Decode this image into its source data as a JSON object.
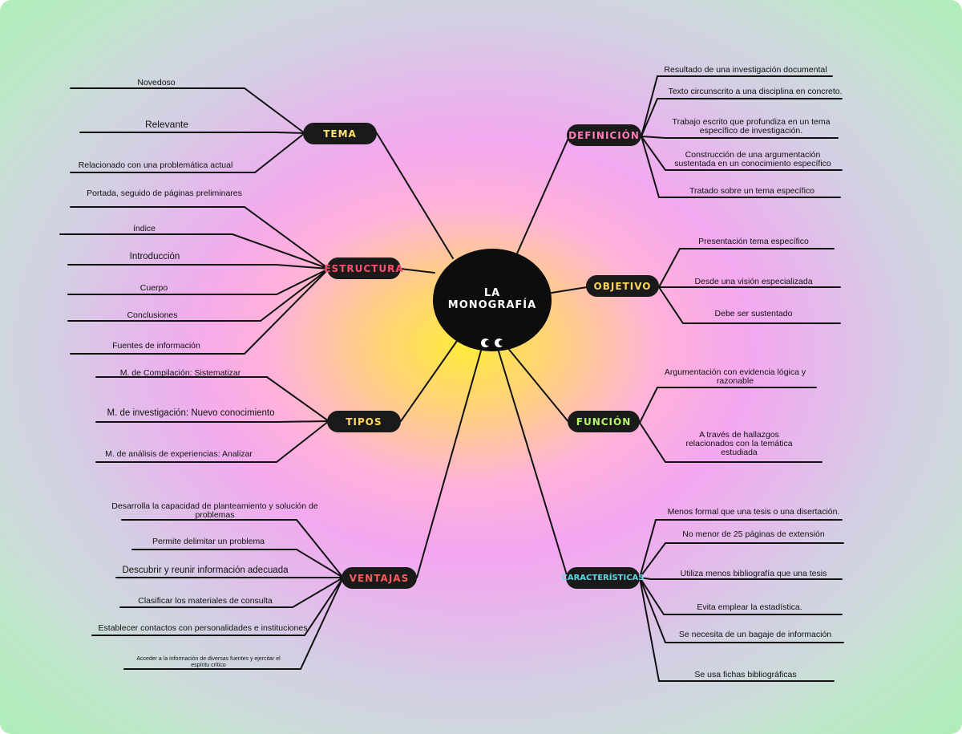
{
  "center": {
    "title_line1": "LA",
    "title_line2": "MONOGRAFÍA"
  },
  "branches": {
    "tema": {
      "label": "TEMA",
      "color": "#ffe46b",
      "items": [
        "Novedoso",
        "Relevante",
        "Relacionado con una problemática actual"
      ]
    },
    "estructura": {
      "label": "ESTRUCTURA",
      "color": "#ff4f6e",
      "items": [
        "Portada, seguido de páginas preliminares",
        "índice",
        "Introducción",
        "Cuerpo",
        "Conclusiones",
        "Fuentes de información"
      ]
    },
    "tipos": {
      "label": "TIPOS",
      "color": "#ffd860",
      "items": [
        "M. de Compilación: Sistematizar",
        "M. de investigación: Nuevo conocimiento",
        "M. de análisis de experiencias: Analizar"
      ]
    },
    "ventajas": {
      "label": "VENTAJAS",
      "color": "#ff5a5a",
      "items": [
        "Desarrolla la capacidad de planteamiento y solución de problemas",
        "Permite delimitar un problema",
        "Descubrir y reunir información adecuada",
        "Clasificar los materiales de consulta",
        "Establecer contactos con personalidades e instituciones",
        "Acceder a la información de diversas fuentes y ejercitar el espíritu crítico"
      ]
    },
    "definicion": {
      "label": "DEFINICIÓN",
      "color": "#ff7ab6",
      "items": [
        "Resultado de una investigación documental",
        "Texto circunscrito a una disciplina en concreto.",
        "Trabajo escrito que profundiza en un tema específico de investigación.",
        "Construcción de una argumentación sustentada en un conocimiento específico",
        "Tratado sobre un tema específico"
      ]
    },
    "objetivo": {
      "label": "OBJETIVO",
      "color": "#ffd45a",
      "items": [
        "Presentación tema específico",
        "Desde una visión especializada",
        "Debe ser sustentado"
      ]
    },
    "funcion": {
      "label": "FUNCIÓN",
      "color": "#b6f56a",
      "items": [
        "Argumentación con evidencia lógica y razonable",
        "A través de hallazgos relacionados con la temática estudiada"
      ]
    },
    "caracteristicas": {
      "label": "CARACTERÍSTICAS",
      "color": "#5ed8e6",
      "items": [
        "Menos formal que una tesis o una disertación.",
        "No menor de 25 páginas de extensión",
        "Utiliza menos bibliografía que una tesis",
        "Evita emplear la estadística.",
        "Se necesita de un bagaje de información",
        "Se usa fichas bibliográficas"
      ]
    }
  }
}
